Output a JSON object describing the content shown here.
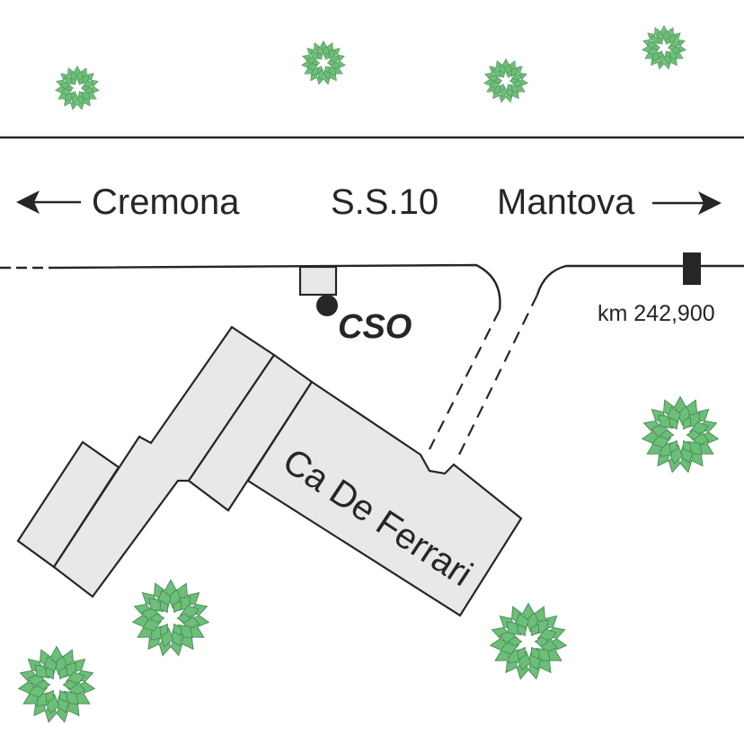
{
  "road": {
    "name": "S.S.10",
    "direction_left": "Cremona",
    "direction_right": "Mantova",
    "km_marker": "km 242,900"
  },
  "station": {
    "label": "CSO"
  },
  "building": {
    "label": "Ca De Ferrari"
  },
  "colors": {
    "ink": "#262626",
    "building_fill": "#e8e8e8",
    "tree_fill": "#6cbf78",
    "tree_stroke": "#4e8f5a"
  },
  "icons": {
    "tree": "tree-canopy-icon",
    "arrow_left": "arrow-left-icon",
    "arrow_right": "arrow-right-icon",
    "km_post": "kilometer-post-icon",
    "station_dot": "station-point-icon"
  }
}
